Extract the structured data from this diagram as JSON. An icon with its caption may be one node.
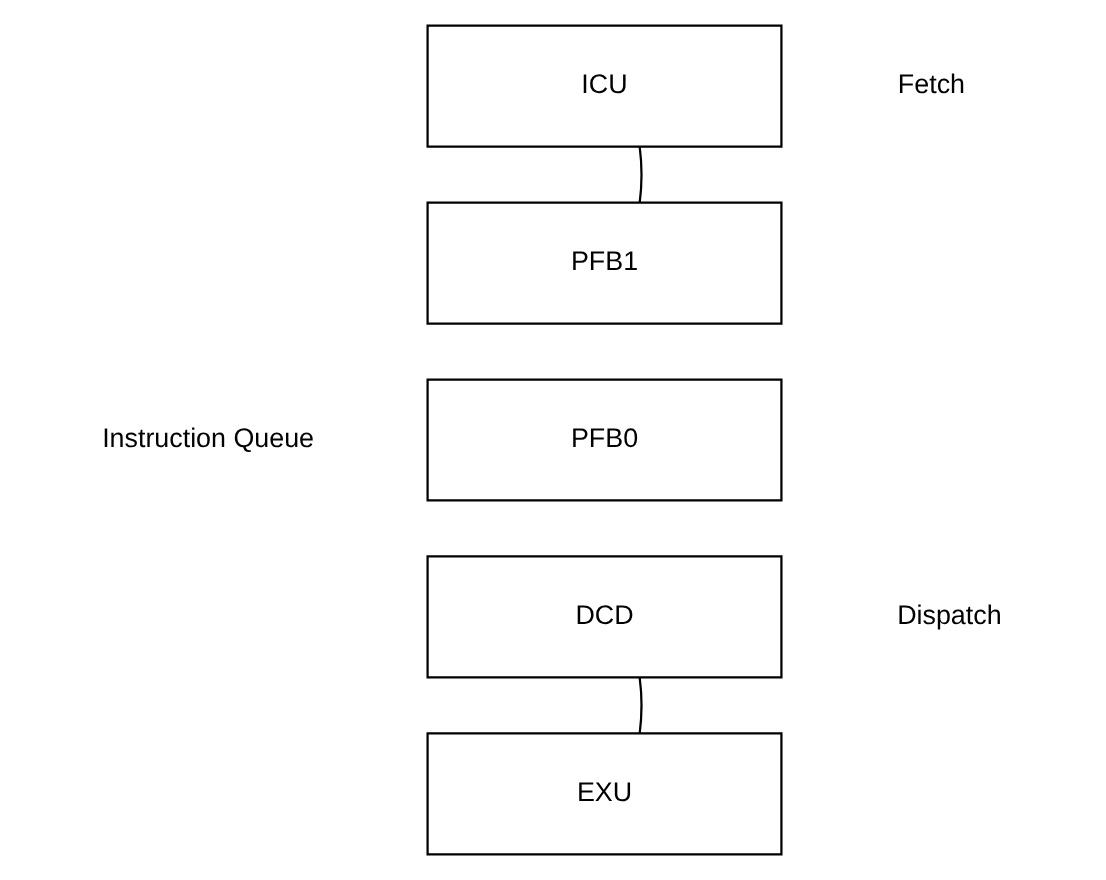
{
  "diagram": {
    "nodes": [
      {
        "text": [
          "ICU"
        ]
      },
      {
        "text": [
          "PFB1"
        ]
      },
      {
        "text": [
          "PFB0"
        ]
      },
      {
        "text": [
          "DCD"
        ]
      },
      {
        "text": [
          "EXU"
        ]
      }
    ],
    "edges": [
      {
        "from": 0,
        "to": 1,
        "arrow": "none"
      },
      {
        "from": 3,
        "to": 4,
        "arrow": "none"
      }
    ],
    "labels": [
      "Fetch",
      "Instruction Queue",
      "Dispatch"
    ]
  }
}
